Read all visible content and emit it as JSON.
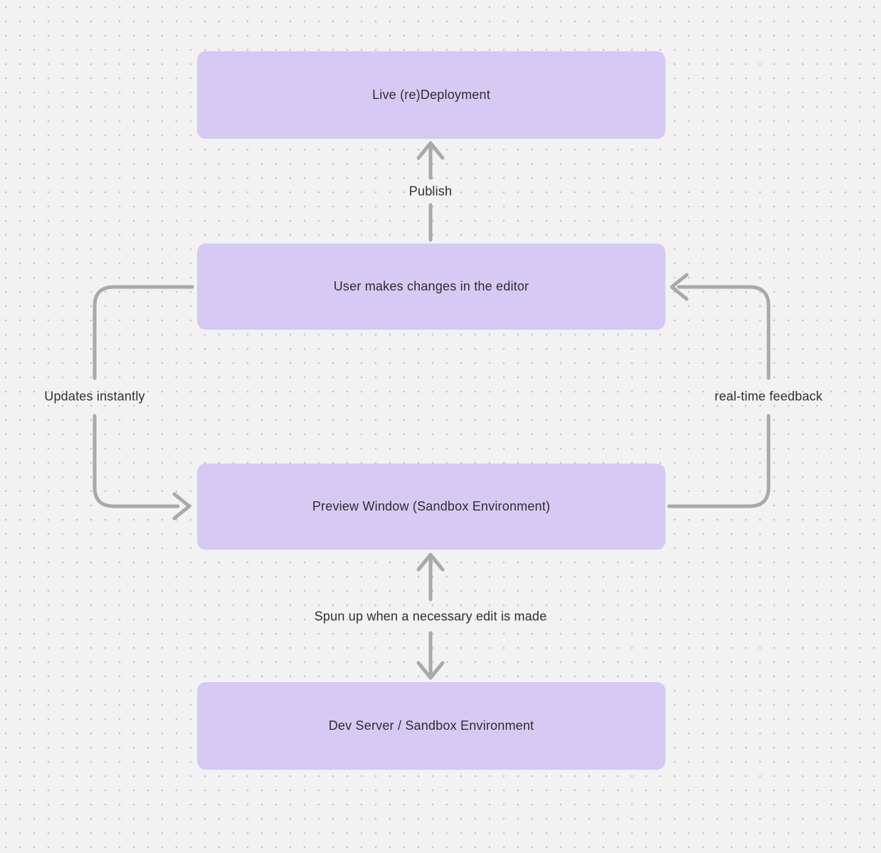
{
  "diagram": {
    "nodes": [
      {
        "id": "live-redeployment",
        "label": "Live (re)Deployment"
      },
      {
        "id": "user-editor",
        "label": "User makes changes in the editor"
      },
      {
        "id": "preview-window",
        "label": "Preview Window (Sandbox Environment)"
      },
      {
        "id": "dev-server",
        "label": "Dev Server / Sandbox Environment"
      }
    ],
    "edges": [
      {
        "id": "publish",
        "label": "Publish",
        "from": "user-editor",
        "to": "live-redeployment",
        "direction": "up"
      },
      {
        "id": "updates-instantly",
        "label": "Updates instantly",
        "from": "user-editor",
        "to": "preview-window",
        "direction": "left-loop-down"
      },
      {
        "id": "realtime-feedback",
        "label": "real-time feedback",
        "from": "preview-window",
        "to": "user-editor",
        "direction": "right-loop-up"
      },
      {
        "id": "spun-up",
        "label": "Spun up when a necessary edit is made",
        "from": "preview-window",
        "to": "dev-server",
        "direction": "bidirectional"
      }
    ],
    "colors": {
      "background": "#f2f2f2",
      "dot": "#c7c7c7",
      "node_fill": "#d6c9f4",
      "arrow": "#a9a9a9",
      "text": "#2e2e2e"
    }
  }
}
